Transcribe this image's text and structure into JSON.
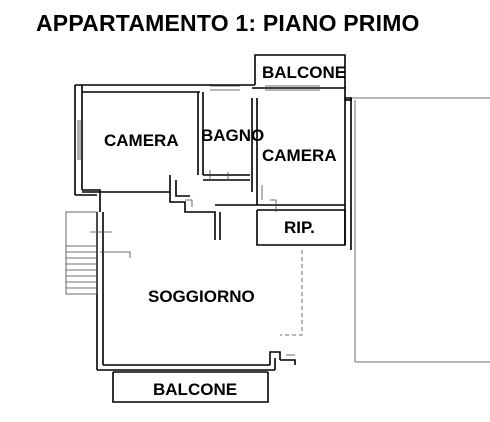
{
  "title": "APPARTAMENTO 1: PIANO PRIMO",
  "rooms": {
    "balcone_top": "BALCONE",
    "camera_left": "CAMERA",
    "bagno": "BAGNO",
    "camera_right": "CAMERA",
    "rip": "RIP.",
    "soggiorno": "SOGGIORNO",
    "balcone_bottom": "BALCONE"
  },
  "colors": {
    "wall": "#000000",
    "thin_line": "#555555",
    "background": "#ffffff"
  }
}
